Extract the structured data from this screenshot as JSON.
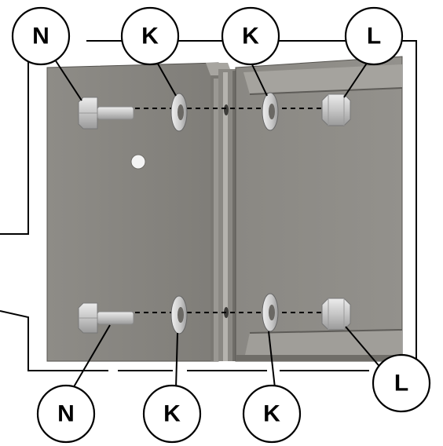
{
  "callouts": {
    "bolt_top": "N",
    "washer_top_left": "K",
    "washer_top_right": "K",
    "nut_top": "L",
    "bolt_bottom": "N",
    "washer_bottom_left": "K",
    "washer_bottom_right": "K",
    "nut_bottom": "L"
  },
  "colors": {
    "panel": "#8c8a85",
    "panel_dark": "#6f6d68",
    "panel_light": "#a8a6a1",
    "hardware": "#c9c9c9",
    "outline": "#000000"
  },
  "parts": {
    "N": "bolt-icon",
    "K": "washer-icon",
    "L": "hex-nut-icon"
  }
}
